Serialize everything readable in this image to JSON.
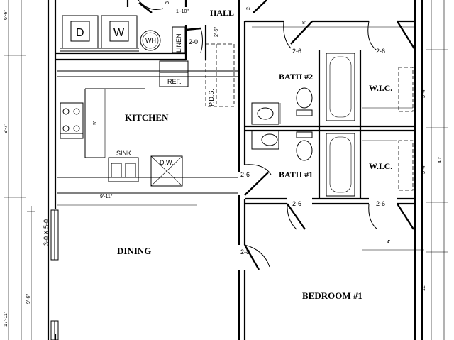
{
  "rooms": {
    "hall": "HALL",
    "kitchen": "KITCHEN",
    "bath2": "BATH #2",
    "bath1": "BATH #1",
    "wic_top": "W.I.C.",
    "wic_bottom": "W.I.C.",
    "dining": "DINING",
    "bedroom1": "BEDROOM #1"
  },
  "fixtures": {
    "washer": "D",
    "dryer": "W",
    "water_heater": "WH",
    "linen": "LINEN",
    "refrigerator": "REF.",
    "pds": "P.D.S.",
    "sink": "SINK",
    "dishwasher": "D.W."
  },
  "doors": {
    "linen_door": "2-0",
    "wic_top_door": "2-6",
    "bath2_door": "2-6",
    "bath1_side": "2-6",
    "bath1_bottom": "2-6",
    "wic_bottom_door": "2-6",
    "bedroom_door": "2-8",
    "hall_mark": "2-"
  },
  "window": {
    "dining_window": "3-0 X 5-0"
  },
  "dimensions": {
    "top_left": "6'-6\"",
    "left_mid": "9'-7\"",
    "left_low": "9'-6\"",
    "left_total": "17'-11\"",
    "kitchen_width": "9'-11\"",
    "counter_depth": "5'",
    "linen_width": "1'-10\"",
    "hall_width": "2'-6\"",
    "bath_width": "8'",
    "wic_top_h": "5'-4\"",
    "wic_bottom_h": "5'-4\"",
    "right_total": "40'",
    "wic_width": "4'",
    "bedroom_h": "12'",
    "top_small": "3'"
  }
}
